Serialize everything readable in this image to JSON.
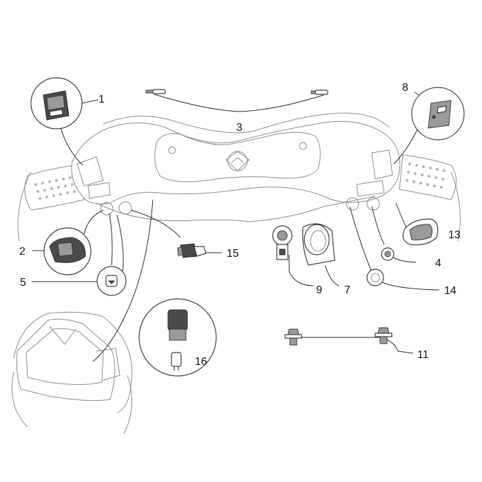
{
  "diagram": {
    "callouts": [
      {
        "id": "c1",
        "label": "1"
      },
      {
        "id": "c2",
        "label": "2"
      },
      {
        "id": "c3",
        "label": "3"
      },
      {
        "id": "c4",
        "label": "4"
      },
      {
        "id": "c5",
        "label": "5"
      },
      {
        "id": "c7",
        "label": "7"
      },
      {
        "id": "c8",
        "label": "8"
      },
      {
        "id": "c9",
        "label": "9"
      },
      {
        "id": "c11",
        "label": "11"
      },
      {
        "id": "c13",
        "label": "13"
      },
      {
        "id": "c14",
        "label": "14"
      },
      {
        "id": "c15",
        "label": "15"
      },
      {
        "id": "c16",
        "label": "16"
      }
    ]
  }
}
